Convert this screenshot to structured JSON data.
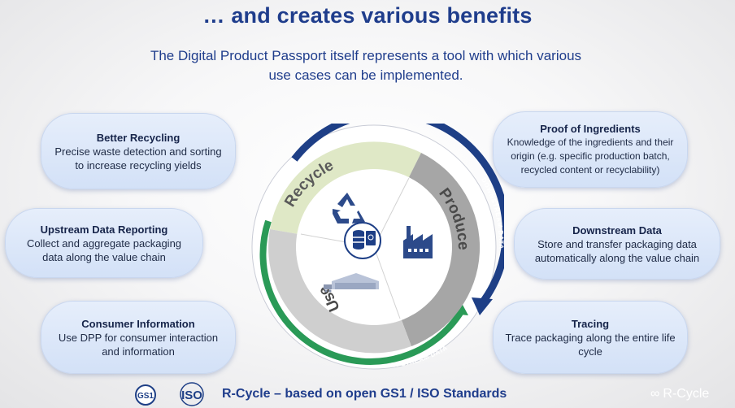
{
  "title": "… and creates various benefits",
  "subtitle": {
    "line1": "The Digital Product Passport itself represents a tool with which various",
    "line2": "use cases can be implemented."
  },
  "cards": [
    {
      "heading": "Better Recycling",
      "body": "Precise waste detection and sorting to increase recycling yields"
    },
    {
      "heading": "Upstream Data Reporting",
      "body": "Collect and aggregate packaging data along the value chain"
    },
    {
      "heading": "Consumer Information",
      "body": "Use DPP for consumer interaction and information"
    },
    {
      "heading": "Proof of Ingredients",
      "body": "Knowledge of the ingredients and their origin (e.g. specific production batch, recycled content or recyclability)"
    },
    {
      "heading": "Downstream Data",
      "body": "Store and transfer packaging data automatically along the value chain"
    },
    {
      "heading": "Tracing",
      "body": "Trace packaging along the entire life cycle"
    }
  ],
  "cycle": {
    "segments": [
      "Recycle",
      "Produce",
      "Use"
    ],
    "downstream_label": "DOWNSTREAM DATA",
    "upstream_label": "UPSTREAM DATA"
  },
  "footer": {
    "gs1_logo": "GS1",
    "iso_logo": "ISO",
    "text": "R-Cycle – based on open GS1 / ISO Standards",
    "brand": "R-Cycle"
  },
  "colors": {
    "title": "#1f3d8c",
    "navy_arrow": "#1e3f86",
    "green_arrow": "#2a9a57",
    "recycle_segment": "#dfe8c6",
    "produce_segment": "#a6a6a6",
    "use_segment": "#cfcfcf",
    "card_fill": "#dbe6f8"
  }
}
